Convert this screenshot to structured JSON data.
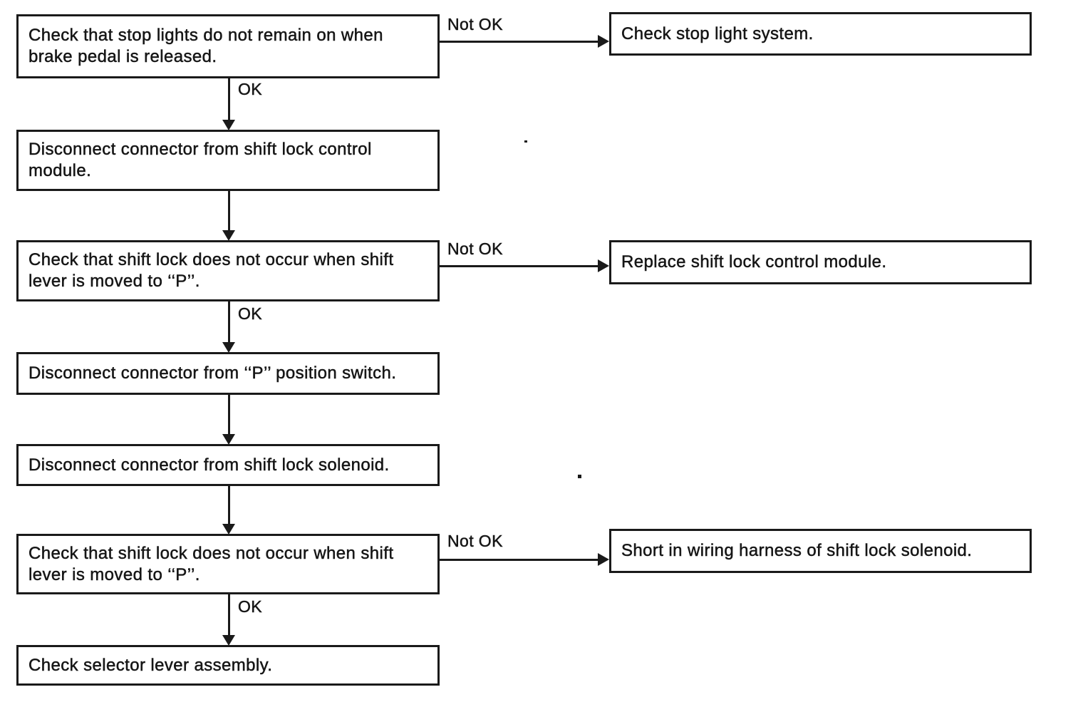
{
  "diagram": {
    "type": "flowchart",
    "subject": "Shift lock system troubleshooting",
    "colors": {
      "ink": "#1a1a1a",
      "background": "#ffffff"
    },
    "nodes": {
      "l1": {
        "text": "Check that stop lights do not remain on when brake pedal is released."
      },
      "l2": {
        "text": "Disconnect connector from shift lock control module."
      },
      "l3": {
        "text": "Check that shift lock does not occur when shift lever is moved to ‘‘P’’."
      },
      "l4": {
        "text": "Disconnect connector from ‘‘P’’ position switch."
      },
      "l5": {
        "text": "Disconnect connector from shift lock solenoid."
      },
      "l6": {
        "text": "Check that shift lock does not occur when shift lever is moved to ‘‘P’’."
      },
      "l7": {
        "text": "Check selector lever assembly."
      },
      "r1": {
        "text": "Check stop light system."
      },
      "r2": {
        "text": "Replace shift lock control module."
      },
      "r3": {
        "text": "Short in wiring harness of shift lock solenoid."
      }
    },
    "edges": [
      {
        "from": "l1",
        "to": "r1",
        "label": "Not OK"
      },
      {
        "from": "l1",
        "to": "l2",
        "label": "OK"
      },
      {
        "from": "l2",
        "to": "l3",
        "label": ""
      },
      {
        "from": "l3",
        "to": "r2",
        "label": "Not OK"
      },
      {
        "from": "l3",
        "to": "l4",
        "label": "OK"
      },
      {
        "from": "l4",
        "to": "l5",
        "label": ""
      },
      {
        "from": "l5",
        "to": "l6",
        "label": ""
      },
      {
        "from": "l6",
        "to": "r3",
        "label": "Not OK"
      },
      {
        "from": "l6",
        "to": "l7",
        "label": "OK"
      }
    ]
  }
}
